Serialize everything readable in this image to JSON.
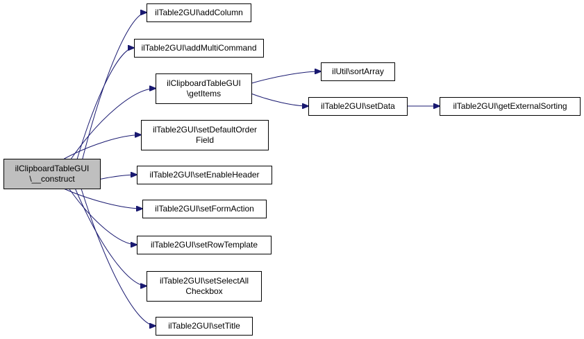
{
  "nodes": [
    {
      "id": "construct",
      "lines": [
        "ilClipboardTableGUI",
        "\\__construct"
      ],
      "highlight": true
    },
    {
      "id": "addColumn",
      "lines": [
        "ilTable2GUI\\addColumn"
      ]
    },
    {
      "id": "addMultiCommand",
      "lines": [
        "ilTable2GUI\\addMultiCommand"
      ]
    },
    {
      "id": "getItems",
      "lines": [
        "ilClipboardTableGUI",
        "\\getItems"
      ]
    },
    {
      "id": "setDefaultOrderField",
      "lines": [
        "ilTable2GUI\\setDefaultOrder",
        "Field"
      ]
    },
    {
      "id": "setEnableHeader",
      "lines": [
        "ilTable2GUI\\setEnableHeader"
      ]
    },
    {
      "id": "setFormAction",
      "lines": [
        "ilTable2GUI\\setFormAction"
      ]
    },
    {
      "id": "setRowTemplate",
      "lines": [
        "ilTable2GUI\\setRowTemplate"
      ]
    },
    {
      "id": "setSelectAllCheckbox",
      "lines": [
        "ilTable2GUI\\setSelectAll",
        "Checkbox"
      ]
    },
    {
      "id": "setTitle",
      "lines": [
        "ilTable2GUI\\setTitle"
      ]
    },
    {
      "id": "sortArray",
      "lines": [
        "ilUtil\\sortArray"
      ]
    },
    {
      "id": "setData",
      "lines": [
        "ilTable2GUI\\setData"
      ]
    },
    {
      "id": "getExternalSorting",
      "lines": [
        "ilTable2GUI\\getExternalSorting"
      ]
    }
  ],
  "edges": [
    [
      "construct",
      "addColumn"
    ],
    [
      "construct",
      "addMultiCommand"
    ],
    [
      "construct",
      "getItems"
    ],
    [
      "construct",
      "setDefaultOrderField"
    ],
    [
      "construct",
      "setEnableHeader"
    ],
    [
      "construct",
      "setFormAction"
    ],
    [
      "construct",
      "setRowTemplate"
    ],
    [
      "construct",
      "setSelectAllCheckbox"
    ],
    [
      "construct",
      "setTitle"
    ],
    [
      "getItems",
      "sortArray"
    ],
    [
      "getItems",
      "setData"
    ],
    [
      "setData",
      "getExternalSorting"
    ]
  ],
  "colors": {
    "edge": "#191970",
    "node_border": "#000000",
    "node_fill": "#ffffff",
    "highlight_fill": "#bfbfbf"
  }
}
